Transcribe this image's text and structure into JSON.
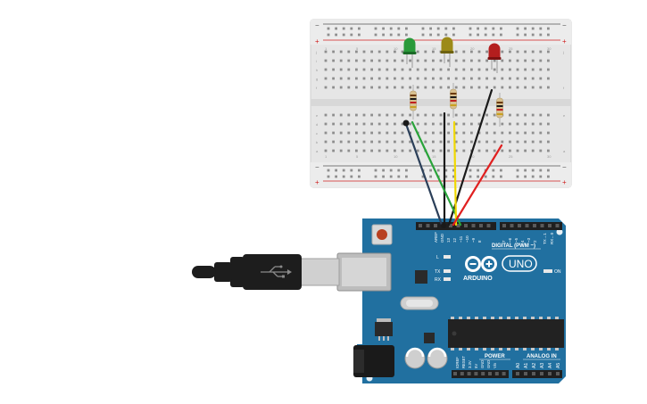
{
  "breadboard": {
    "rail_minus": "−",
    "rail_plus": "+",
    "rows_top": [
      "j",
      "i",
      "h",
      "g",
      "f"
    ],
    "rows_bottom": [
      "e",
      "d",
      "c",
      "b",
      "a"
    ],
    "columns": [
      "1",
      "5",
      "10",
      "15",
      "20",
      "25",
      "30"
    ]
  },
  "components": {
    "leds": [
      {
        "color": "#2a9a3a",
        "dark": "#1a6a26"
      },
      {
        "color": "#9c8a18",
        "dark": "#6e6210"
      },
      {
        "color": "#b41e1e",
        "dark": "#7e1212"
      }
    ],
    "wire_colors": {
      "navy": "#2b3f59",
      "black": "#1a1a1a",
      "green": "#29a33a",
      "yellow": "#f0d800",
      "red": "#e02020"
    }
  },
  "arduino": {
    "board_color": "#2170a0",
    "logo_text": "ARDUINO",
    "model": "UNO",
    "digital_label": "DIGITAL (PWM ~)",
    "power_label": "POWER",
    "analog_label": "ANALOG IN",
    "on_label": "ON",
    "l_label": "L",
    "tx_label": "TX",
    "rx_label": "RX",
    "aref": "AREF",
    "gnd": "GND",
    "pin13": "13",
    "pin12": "12",
    "pin11": "~11",
    "pin10": "~10",
    "pin9": "~9",
    "pin8": "8",
    "pin7": "7",
    "pin6": "~6",
    "pin5": "~5",
    "pin4": "4",
    "pin3": "~3",
    "pin2": "2",
    "tx1": "TX→1",
    "rx0": "RX←0",
    "ioref": "IOREF",
    "reset": "RESET",
    "v33": "3.3V",
    "v5": "5V",
    "gnd1": "GND",
    "gnd2": "GND",
    "vin": "Vin",
    "a0": "A0",
    "a1": "A1",
    "a2": "A2",
    "a3": "A3",
    "a4": "A4",
    "a5": "A5"
  }
}
